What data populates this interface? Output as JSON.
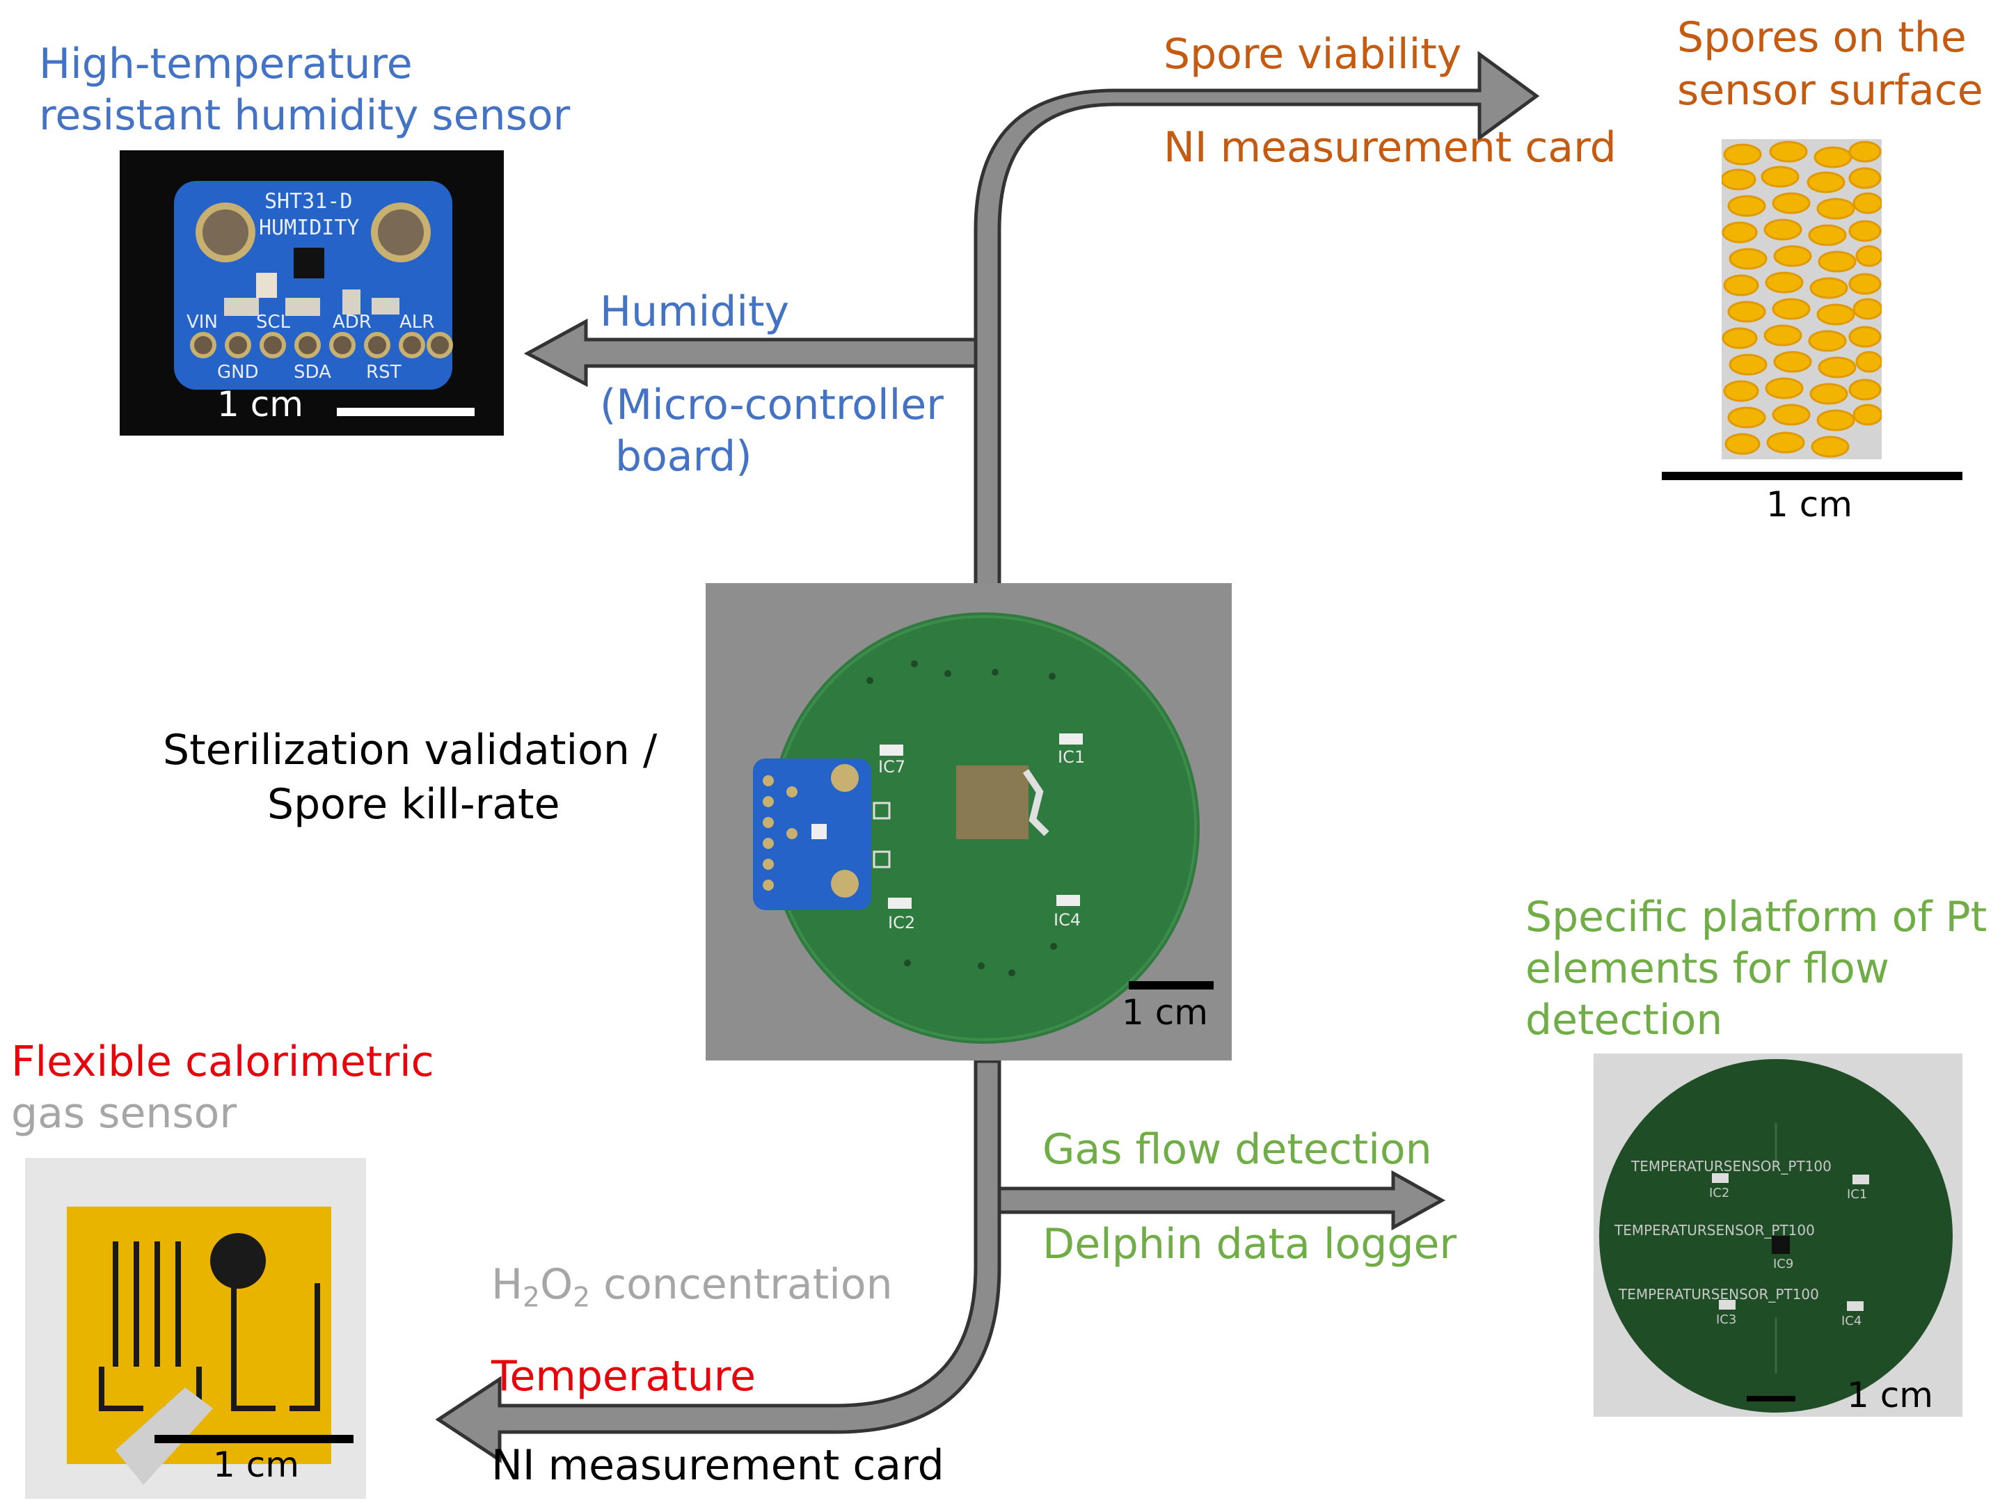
{
  "humidity_sensor": {
    "title_line1": "High-temperature",
    "title_line2": "resistant humidity sensor",
    "board_title": "SHT31-D",
    "board_subtitle": "HUMIDITY",
    "pins_top": [
      "VIN",
      "SCL",
      "ADR",
      "ALR"
    ],
    "pins_bottom": [
      "GND",
      "SDA",
      "RST"
    ],
    "scale": "1 cm"
  },
  "spores": {
    "title_line1": "Spores on the",
    "title_line2": "sensor surface",
    "scale": "1 cm"
  },
  "arrows": {
    "spore_viability": "Spore viability",
    "ni_card_top": "NI measurement card",
    "humidity": "Humidity",
    "micro_line1": "(Micro-controller",
    "micro_line2": "board)",
    "gas_flow": "Gas flow detection",
    "delphin": "Delphin data logger",
    "h2o2_prefix": "H",
    "h2o2_sub1": "2",
    "h2o2_mid": "O",
    "h2o2_sub2": "2",
    "h2o2_suffix": " concentration",
    "temperature": "Temperature",
    "ni_card_bottom": "NI measurement card"
  },
  "center": {
    "label_line1": "Sterilization validation /",
    "label_line2": "Spore kill-rate",
    "ic_labels": [
      "IC7",
      "IC1",
      "IC2",
      "IC4"
    ],
    "scale": "1 cm"
  },
  "flow_platform": {
    "title_line1": "Specific platform of Pt",
    "title_line2": "elements for flow",
    "title_line3": "detection",
    "sensor_labels": [
      "TEMPERATURSENSOR_PT100",
      "TEMPERATURSENSOR_PT100",
      "TEMPERATURSENSOR_PT100"
    ],
    "ic_labels": [
      "IC2",
      "IC1",
      "IC9",
      "IC3",
      "IC4"
    ],
    "scale": "1 cm"
  },
  "gas_sensor": {
    "title_line1": "Flexible calorimetric",
    "title_line2": "gas sensor",
    "scale": "1 cm"
  },
  "colors": {
    "blue": "#4472c4",
    "orange": "#c55a11",
    "green": "#70ad47",
    "red": "#e8000b",
    "grey": "#a6a6a6",
    "arrow_fill": "#888888"
  }
}
